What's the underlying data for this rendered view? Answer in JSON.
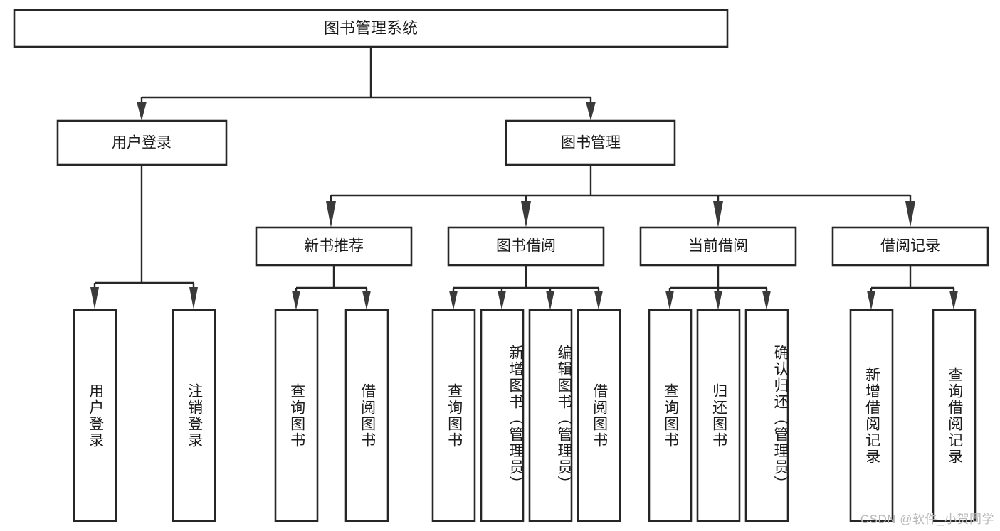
{
  "diagram": {
    "title": "图书管理系统",
    "root": {
      "id": "root",
      "label": "图书管理系统",
      "orientation": "horizontal"
    },
    "level2": [
      {
        "id": "user-login",
        "label": "用户登录",
        "orientation": "horizontal"
      },
      {
        "id": "book-manage",
        "label": "图书管理",
        "orientation": "horizontal"
      }
    ],
    "level3": [
      {
        "id": "new-book-recommend",
        "label": "新书推荐",
        "orientation": "horizontal"
      },
      {
        "id": "book-borrow",
        "label": "图书借阅",
        "orientation": "horizontal"
      },
      {
        "id": "current-borrow",
        "label": "当前借阅",
        "orientation": "horizontal"
      },
      {
        "id": "borrow-record",
        "label": "借阅记录",
        "orientation": "horizontal"
      }
    ],
    "leaves": {
      "user-login": [
        {
          "id": "leaf-user-login",
          "label": "用户登录",
          "orientation": "vertical"
        },
        {
          "id": "leaf-user-logout",
          "label": "注销登录",
          "orientation": "vertical"
        }
      ],
      "new-book-recommend": [
        {
          "id": "leaf-query-book-1",
          "label": "查询图书",
          "orientation": "vertical"
        },
        {
          "id": "leaf-borrow-book-1",
          "label": "借阅图书",
          "orientation": "vertical"
        }
      ],
      "book-borrow": [
        {
          "id": "leaf-query-book-2",
          "label": "查询图书",
          "orientation": "vertical"
        },
        {
          "id": "leaf-add-book",
          "label": "新增图书（管理员）",
          "orientation": "vertical"
        },
        {
          "id": "leaf-edit-book",
          "label": "编辑图书（管理员）",
          "orientation": "vertical"
        },
        {
          "id": "leaf-borrow-book-2",
          "label": "借阅图书",
          "orientation": "vertical"
        }
      ],
      "current-borrow": [
        {
          "id": "leaf-query-book-3",
          "label": "查询图书",
          "orientation": "vertical"
        },
        {
          "id": "leaf-return-book",
          "label": "归还图书",
          "orientation": "vertical"
        },
        {
          "id": "leaf-confirm-return",
          "label": "确认归还（管理员）",
          "orientation": "vertical"
        }
      ],
      "borrow-record": [
        {
          "id": "leaf-add-record",
          "label": "新增借阅记录",
          "orientation": "vertical"
        },
        {
          "id": "leaf-query-record",
          "label": "查询借阅记录",
          "orientation": "vertical"
        }
      ]
    },
    "colors": {
      "box_stroke": "#262626",
      "text": "#1b1b1b",
      "background": "#ffffff",
      "watermark": "#b9b9b9"
    }
  },
  "watermark": {
    "text": "CSDN @软件_小贺同学"
  }
}
